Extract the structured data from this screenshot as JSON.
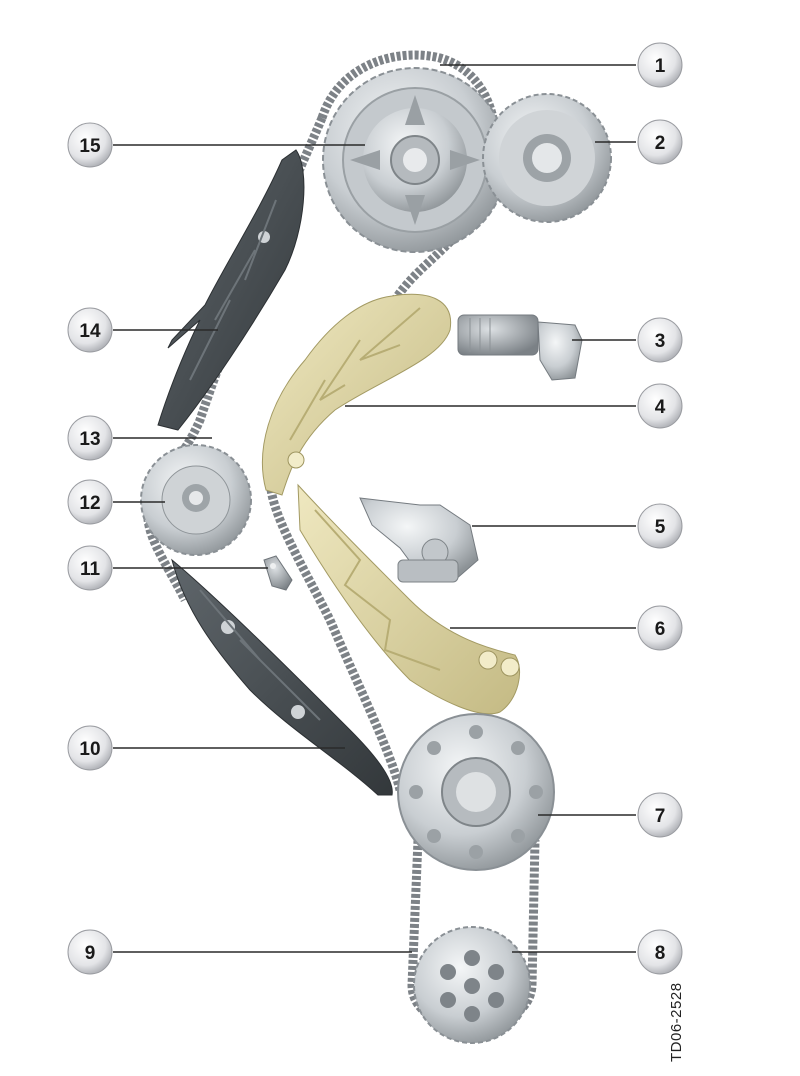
{
  "diagram": {
    "reference_code": "TD06-2528",
    "callouts": [
      {
        "id": "c1",
        "label": "1",
        "side": "right"
      },
      {
        "id": "c2",
        "label": "2",
        "side": "right"
      },
      {
        "id": "c3",
        "label": "3",
        "side": "right"
      },
      {
        "id": "c4",
        "label": "4",
        "side": "right"
      },
      {
        "id": "c5",
        "label": "5",
        "side": "right"
      },
      {
        "id": "c6",
        "label": "6",
        "side": "right"
      },
      {
        "id": "c7",
        "label": "7",
        "side": "right"
      },
      {
        "id": "c8",
        "label": "8",
        "side": "right"
      },
      {
        "id": "c9",
        "label": "9",
        "side": "left"
      },
      {
        "id": "c10",
        "label": "10",
        "side": "left"
      },
      {
        "id": "c11",
        "label": "11",
        "side": "left"
      },
      {
        "id": "c12",
        "label": "12",
        "side": "left"
      },
      {
        "id": "c13",
        "label": "13",
        "side": "left"
      },
      {
        "id": "c14",
        "label": "14",
        "side": "left"
      },
      {
        "id": "c15",
        "label": "15",
        "side": "left"
      }
    ],
    "colors": {
      "rail_beige": "#d8cf9c",
      "rail_dark": "#4a5054",
      "metal_light": "#d2d6d9",
      "chain": "#7d8287",
      "callout_fill": "#e6e7ea"
    }
  }
}
